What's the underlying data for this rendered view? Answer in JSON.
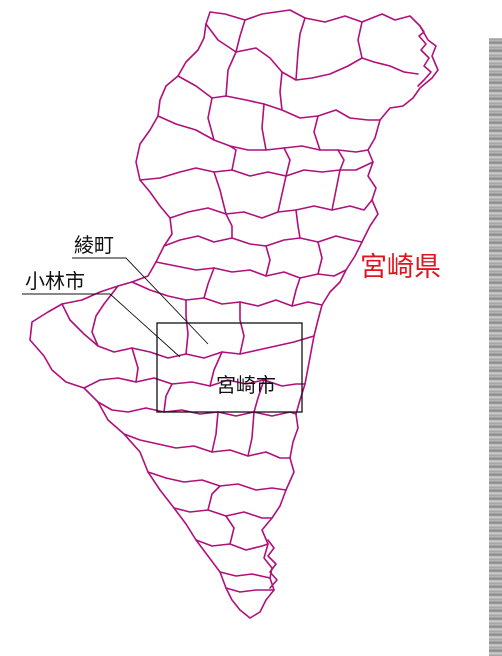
{
  "map": {
    "prefecture_label": "宮崎県",
    "city_labels": {
      "aya": "綾町",
      "kobayashi": "小林市",
      "miyazaki": "宮崎市"
    }
  },
  "colors": {
    "boundary": "#b0107a",
    "prefecture_label": "#e0141e",
    "leader_lines": "#111111"
  }
}
